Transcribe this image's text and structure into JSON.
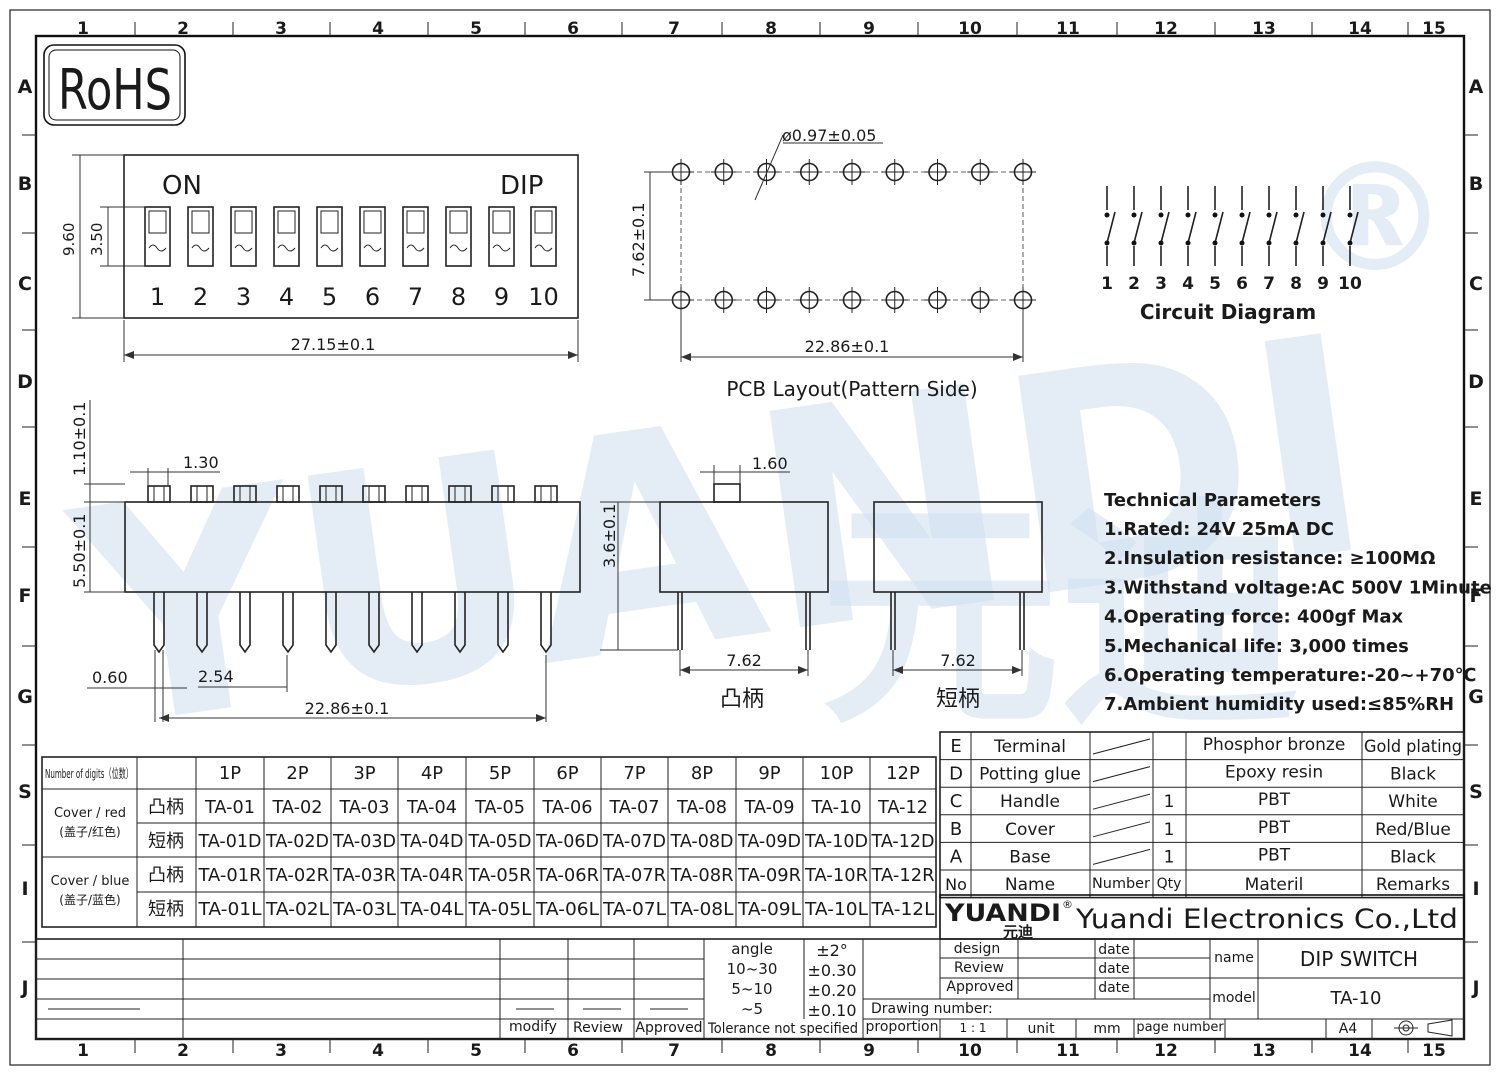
{
  "frame": {
    "cols": [
      "1",
      "2",
      "3",
      "4",
      "5",
      "6",
      "7",
      "8",
      "9",
      "10",
      "11",
      "12",
      "13",
      "14",
      "15"
    ],
    "rows": [
      "A",
      "B",
      "C",
      "D",
      "E",
      "F",
      "G",
      "S",
      "I",
      "J"
    ]
  },
  "rohs": "RoHS",
  "watermark": {
    "brand": "YUANDI",
    "cn": "元迪",
    "reg": "®"
  },
  "top_view": {
    "on_label": "ON",
    "dip_label": "DIP",
    "switch_numbers": [
      "1",
      "2",
      "3",
      "4",
      "5",
      "6",
      "7",
      "8",
      "9",
      "10"
    ],
    "dim_height": "9.60",
    "dim_switch": "3.50",
    "dim_width": "27.15±0.1"
  },
  "pcb": {
    "hole_dim": "ø0.97±0.05",
    "row_dim": "7.62±0.1",
    "span_dim": "22.86±0.1",
    "caption": "PCB  Layout(Pattern  Side)"
  },
  "circuit": {
    "numbers": [
      "1",
      "2",
      "3",
      "4",
      "5",
      "6",
      "7",
      "8",
      "9",
      "10"
    ],
    "caption": "Circuit  Diagram"
  },
  "side_view": {
    "dim_actuator_h": "1.10±0.1",
    "dim_actuator_w": "1.30",
    "dim_body_h": "5.50±0.1",
    "dim_pin_w": "0.60",
    "dim_pitch": "2.54",
    "dim_span": "22.86±0.1"
  },
  "end_view_raised": {
    "dim_act": "1.60",
    "dim_h": "3.6±0.1",
    "dim_row": "7.62",
    "caption": "凸柄"
  },
  "end_view_short": {
    "dim_row": "7.62",
    "caption": "短柄"
  },
  "tech": {
    "title": "Technical Parameters",
    "items": [
      "1.Rated: 24V 25mA  DC",
      "2.Insulation resistance: ≥100MΩ",
      "3.Withstand voltage:AC 500V 1Minute",
      "4.Operating force: 400gf Max",
      "5.Mechanical life: 3,000 times",
      "6.Operating temperature:-20~+70℃",
      "7.Ambient humidity used:≤85%RH"
    ]
  },
  "models": {
    "header_label": "Number of digits（位数）",
    "digits": [
      "1P",
      "2P",
      "3P",
      "4P",
      "5P",
      "6P",
      "7P",
      "8P",
      "9P",
      "10P",
      "12P"
    ],
    "groups": [
      {
        "label1": "Cover / red",
        "label2": "(盖子/红色)",
        "rows": [
          {
            "type": "凸柄",
            "codes": [
              "TA-01",
              "TA-02",
              "TA-03",
              "TA-04",
              "TA-05",
              "TA-06",
              "TA-07",
              "TA-08",
              "TA-09",
              "TA-10",
              "TA-12"
            ]
          },
          {
            "type": "短柄",
            "codes": [
              "TA-01D",
              "TA-02D",
              "TA-03D",
              "TA-04D",
              "TA-05D",
              "TA-06D",
              "TA-07D",
              "TA-08D",
              "TA-09D",
              "TA-10D",
              "TA-12D"
            ]
          }
        ]
      },
      {
        "label1": "Cover / blue",
        "label2": "(盖子/蓝色)",
        "rows": [
          {
            "type": "凸柄",
            "codes": [
              "TA-01R",
              "TA-02R",
              "TA-03R",
              "TA-04R",
              "TA-05R",
              "TA-06R",
              "TA-07R",
              "TA-08R",
              "TA-09R",
              "TA-10R",
              "TA-12R"
            ]
          },
          {
            "type": "短柄",
            "codes": [
              "TA-01L",
              "TA-02L",
              "TA-03L",
              "TA-04L",
              "TA-05L",
              "TA-06L",
              "TA-07L",
              "TA-08L",
              "TA-09L",
              "TA-10L",
              "TA-12L"
            ]
          }
        ]
      }
    ]
  },
  "bom": {
    "rows": [
      {
        "no": "E",
        "name": "Terminal",
        "qty": "",
        "material": "Phosphor bronze",
        "remarks": "Gold plating"
      },
      {
        "no": "D",
        "name": "Potting glue",
        "qty": "",
        "material": "Epoxy resin",
        "remarks": "Black"
      },
      {
        "no": "C",
        "name": "Handle",
        "qty": "1",
        "material": "PBT",
        "remarks": "White"
      },
      {
        "no": "B",
        "name": "Cover",
        "qty": "1",
        "material": "PBT",
        "remarks": "Red/Blue"
      },
      {
        "no": "A",
        "name": "Base",
        "qty": "1",
        "material": "PBT",
        "remarks": "Black"
      }
    ],
    "header": {
      "no": "No",
      "name": "Name",
      "number": "Number",
      "qty": "Qty",
      "material": "Materil",
      "remarks": "Remarks"
    }
  },
  "company": {
    "logo": "YUANDI",
    "logo_cn": "元迪",
    "reg": "®",
    "name": "Yuandi Electronics Co.,Ltd"
  },
  "title_block": {
    "design": "design",
    "review": "Review",
    "approved": "Approved",
    "date": "date",
    "name_label": "name",
    "name_value": "DIP SWITCH",
    "model_label": "model",
    "model_value": "TA-10",
    "drawing_number": "Drawing number:",
    "proportion": "proportion",
    "scale": "1 : 1",
    "unit": "unit",
    "unit_value": "mm",
    "page_number": "page number",
    "paper": "A4",
    "modify": "modify",
    "review2": "Review",
    "approved2": "Approved",
    "tolerance_caption": "Tolerance not specified",
    "tolerances": [
      {
        "range": "angle",
        "value": "±2°"
      },
      {
        "range": "10~30",
        "value": "±0.30"
      },
      {
        "range": "5~10",
        "value": "±0.20"
      },
      {
        "range": "~5",
        "value": "±0.10"
      }
    ]
  }
}
